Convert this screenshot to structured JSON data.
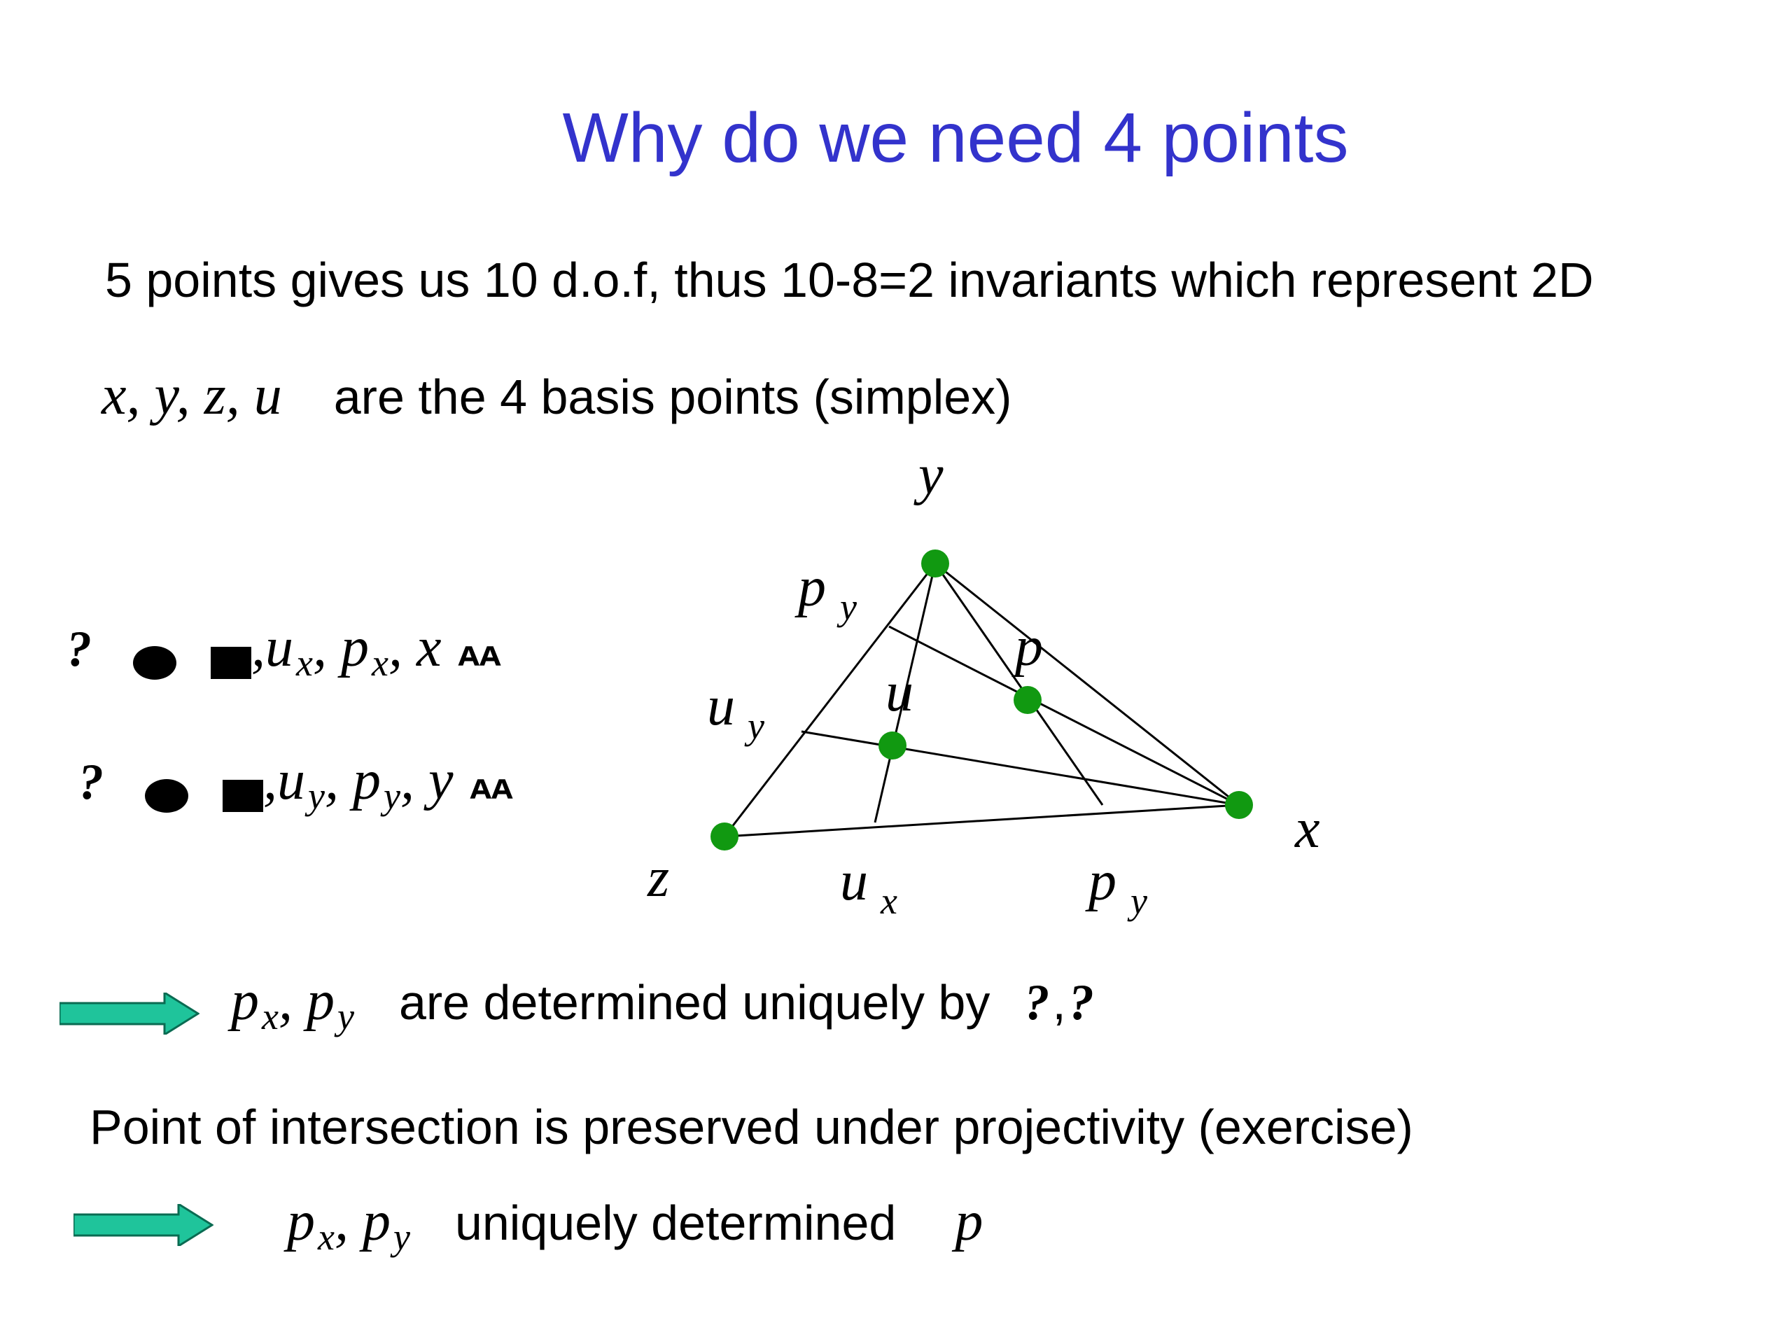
{
  "slide": {
    "title": "Why do we need 4 points",
    "line1": "5 points gives us 10 d.o.f, thus 10-8=2 invariants which represent 2D",
    "line2_math": "x, y, z, u",
    "line2_text": "are the 4 basis points (simplex)",
    "eq1": {
      "lead": "?",
      "rest": ",u",
      "sub1": "x",
      "mid": ", p",
      "sub2": "x",
      "tail": ", x",
      "end": "ᴀᴀ"
    },
    "eq2": {
      "lead": "?",
      "rest": ",u",
      "sub1": "y",
      "mid": ", p",
      "sub2": "y",
      "tail": ", y",
      "end": "ᴀᴀ"
    },
    "result1": {
      "math_a": "p",
      "sub_a": "x",
      "sep": ", p",
      "sub_b": "y",
      "text": "are determined uniquely by",
      "glyph1": "?",
      "comma": ",",
      "glyph2": "?"
    },
    "line_intersection": "Point of intersection is preserved under projectivity (exercise)",
    "result2": {
      "math_a": "p",
      "sub_a": "x",
      "sep": ", p",
      "sub_b": "y",
      "text": "uniquely determined",
      "math_p": "p"
    }
  },
  "diagram": {
    "labels": {
      "y": "y",
      "x": "x",
      "z": "z",
      "u": "u",
      "p": "p",
      "py_top": "p",
      "py_top_sub": "y",
      "uy": "u",
      "uy_sub": "y",
      "ux": "u",
      "ux_sub": "x",
      "py_bottom": "p",
      "py_bottom_sub": "y"
    },
    "point_color": "#119911",
    "arrow_color": "#1fc49b"
  }
}
